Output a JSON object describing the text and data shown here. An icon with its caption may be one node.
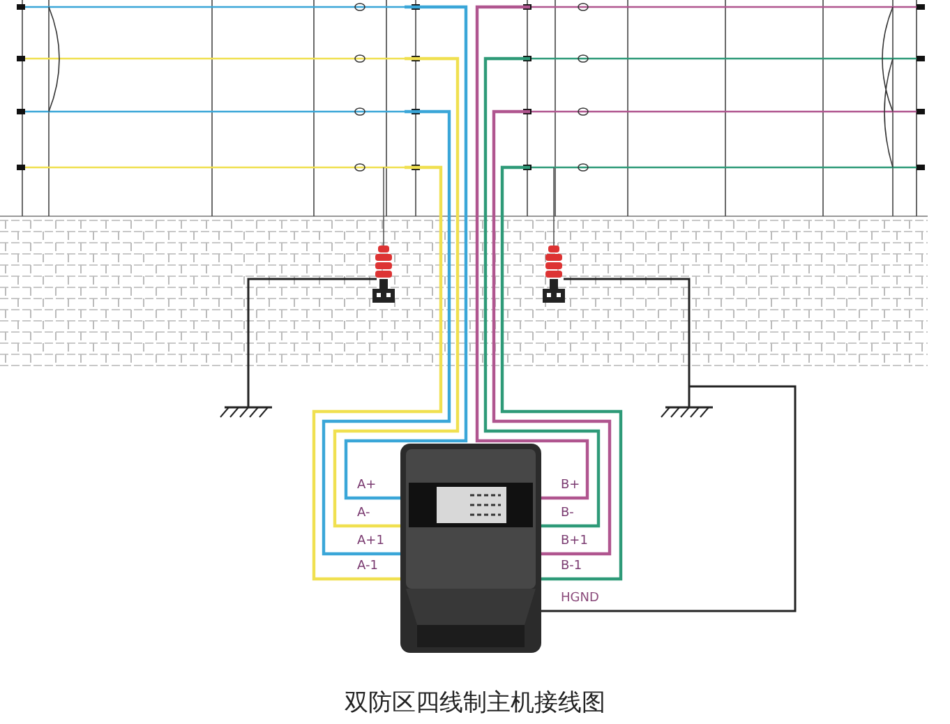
{
  "diagram": {
    "caption": "双防区四线制主机接线图",
    "nodes": [
      {
        "text": [],
        "shape": "picture"
      }
    ],
    "labels": [
      "A+",
      "B+",
      "A-",
      "B-",
      "A+1",
      "B+1",
      "A-1",
      "B-1",
      "HGND"
    ]
  }
}
